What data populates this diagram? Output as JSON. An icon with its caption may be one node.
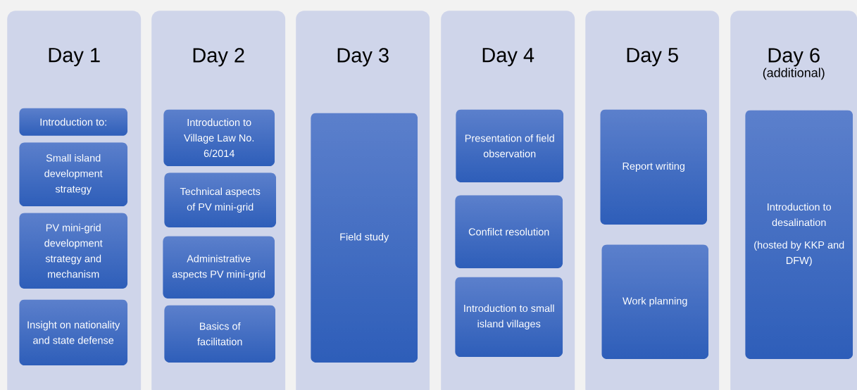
{
  "diagram": {
    "nodes": [
      {
        "text": [
          "Day 1"
        ]
      },
      {
        "text": [
          "Introduction to:"
        ],
        "in": 0
      },
      {
        "text": [
          "Small island development strategy"
        ],
        "in": 0
      },
      {
        "text": [
          "PV mini-grid development strategy and mechanism"
        ],
        "in": 0
      },
      {
        "text": [
          "Insight on nationality and state defense"
        ],
        "in": 0
      },
      {
        "text": [
          "Day  2"
        ]
      },
      {
        "text": [
          "Introduction to Village Law No. 6/2014"
        ],
        "in": 5
      },
      {
        "text": [
          "Technical aspects of PV mini-grid"
        ],
        "in": 5
      },
      {
        "text": [
          "Administrative aspects PV mini-grid"
        ],
        "in": 5
      },
      {
        "text": [
          "Basics of facilitation"
        ],
        "in": 5
      },
      {
        "text": [
          "Day  3"
        ]
      },
      {
        "text": [
          "Field study"
        ],
        "in": 10
      },
      {
        "text": [
          "Day  4"
        ]
      },
      {
        "text": [
          "Presentation of field observation"
        ],
        "in": 12
      },
      {
        "text": [
          "Confilct resolution"
        ],
        "in": 12
      },
      {
        "text": [
          "Introduction to small island villages"
        ],
        "in": 12
      },
      {
        "text": [
          "Day  5"
        ]
      },
      {
        "text": [
          "Report writing"
        ],
        "in": 16
      },
      {
        "text": [
          "Work planning"
        ],
        "in": 16
      },
      {
        "text": [
          "Day 6",
          "(additional)"
        ]
      },
      {
        "text": [
          "Introduction to desalination",
          "(hosted by KKP and DFW)"
        ],
        "in": 19
      }
    ]
  }
}
